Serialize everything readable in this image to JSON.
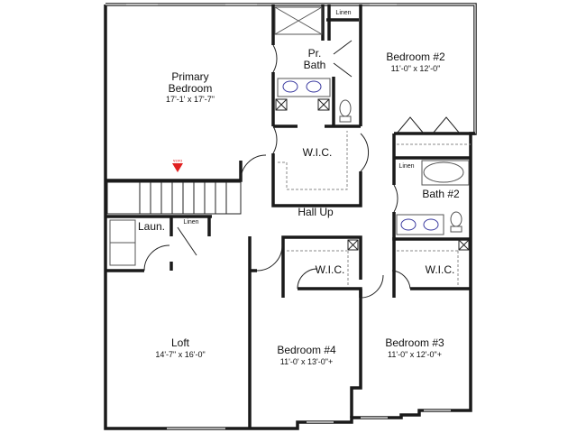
{
  "rooms": {
    "primary_bedroom": {
      "name_line1": "Primary",
      "name_line2": "Bedroom",
      "dims": "17'-1' x 17'-7\""
    },
    "primary_bath": {
      "name_line1": "Pr.",
      "name_line2": "Bath"
    },
    "primary_linen": {
      "name": "Linen"
    },
    "primary_wic": {
      "name": "W.I.C."
    },
    "bedroom_2": {
      "name": "Bedroom #2",
      "dims": "11'-0\" x 12'-0\""
    },
    "bath_2": {
      "name": "Bath #2"
    },
    "bath_2_linen": {
      "name": "Linen"
    },
    "hall": {
      "name": "Hall Up"
    },
    "laundry": {
      "name": "Laun."
    },
    "laundry_linen": {
      "name": "Linen"
    },
    "loft": {
      "name": "Loft",
      "dims": "14'-7\" x 16'-0\""
    },
    "bedroom_4": {
      "name": "Bedroom #4",
      "dims": "11'-0' x 13'-0\"+"
    },
    "bedroom_4_wic": {
      "name": "W.I.C."
    },
    "bedroom_3": {
      "name": "Bedroom #3",
      "dims": "11'-0\" x 12'-0\"+"
    },
    "bedroom_3_wic": {
      "name": "W.I.C."
    }
  },
  "marker": {
    "label": "DATA",
    "color": "#e02020"
  },
  "colors": {
    "wall": "#1a1a1a",
    "sink": "#3a3aa0"
  }
}
